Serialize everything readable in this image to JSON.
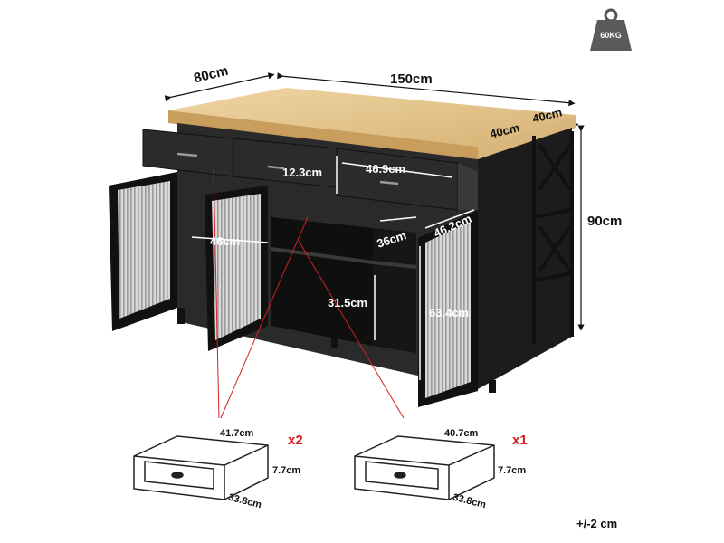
{
  "weight": {
    "label": "60KG",
    "icon": "weight-icon"
  },
  "dimensions": {
    "depth": "80cm",
    "width": "150cm",
    "side_shelf_depth_a": "40cm",
    "side_shelf_depth_b": "40cm",
    "height": "90cm",
    "drawer_height": "12.3cm",
    "drawer_width": "46.9cm",
    "cabinet_width": "46cm",
    "shelf_depth": "36cm",
    "door_width": "46.2cm",
    "inner_height": "31.5cm",
    "door_height": "63.4cm"
  },
  "drawer_small": {
    "width": "41.7cm",
    "height": "7.7cm",
    "depth": "33.8cm",
    "qty": "x2"
  },
  "drawer_large": {
    "width": "40.7cm",
    "height": "7.7cm",
    "depth": "33.8cm",
    "qty": "x1"
  },
  "tolerance": "+/-2 cm",
  "colors": {
    "top": "#e2c186",
    "body": "#1c1c1c",
    "accent": "#d32020"
  }
}
